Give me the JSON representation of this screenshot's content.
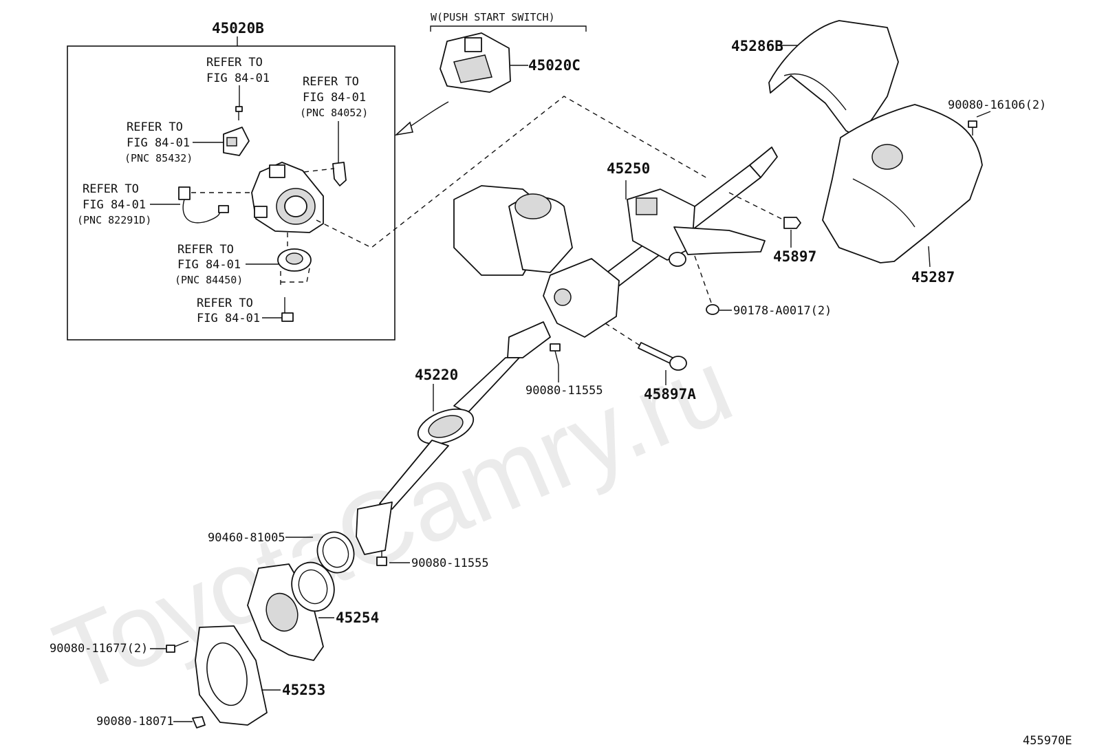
{
  "watermark": "ToyotaCamry.ru",
  "diagram_code": "455970E",
  "group": {
    "code": "45020B",
    "refs": {
      "a": {
        "line1": "REFER TO",
        "line2": "FIG 84-01"
      },
      "b": {
        "line1": "REFER TO",
        "line2": "FIG 84-01",
        "pnc": "(PNC 84052)"
      },
      "c": {
        "line1": "REFER TO",
        "line2": "FIG 84-01",
        "pnc": "(PNC 85432)"
      },
      "d": {
        "line1": "REFER TO",
        "line2": "FIG 84-01",
        "pnc": "(PNC 82291D)"
      },
      "e": {
        "line1": "REFER TO",
        "line2": "FIG 84-01",
        "pnc": "(PNC 84450)"
      },
      "f": {
        "line1": "REFER TO",
        "line2": "FIG 84-01"
      }
    }
  },
  "push_start": {
    "caption": "W(PUSH START SWITCH)",
    "part": "45020C"
  },
  "parts": {
    "p45286b": "45286B",
    "p90080_16106": "90080-16106(2)",
    "p45287": "45287",
    "p45250": "45250",
    "p45897": "45897",
    "p90178": "90178-A0017(2)",
    "p45897a": "45897A",
    "p90080_11555_a": "90080-11555",
    "p45220": "45220",
    "p90460": "90460-81005",
    "p90080_11555_b": "90080-11555",
    "p45254": "45254",
    "p90080_11677": "90080-11677(2)",
    "p45253": "45253",
    "p90080_18071": "90080-18071"
  }
}
